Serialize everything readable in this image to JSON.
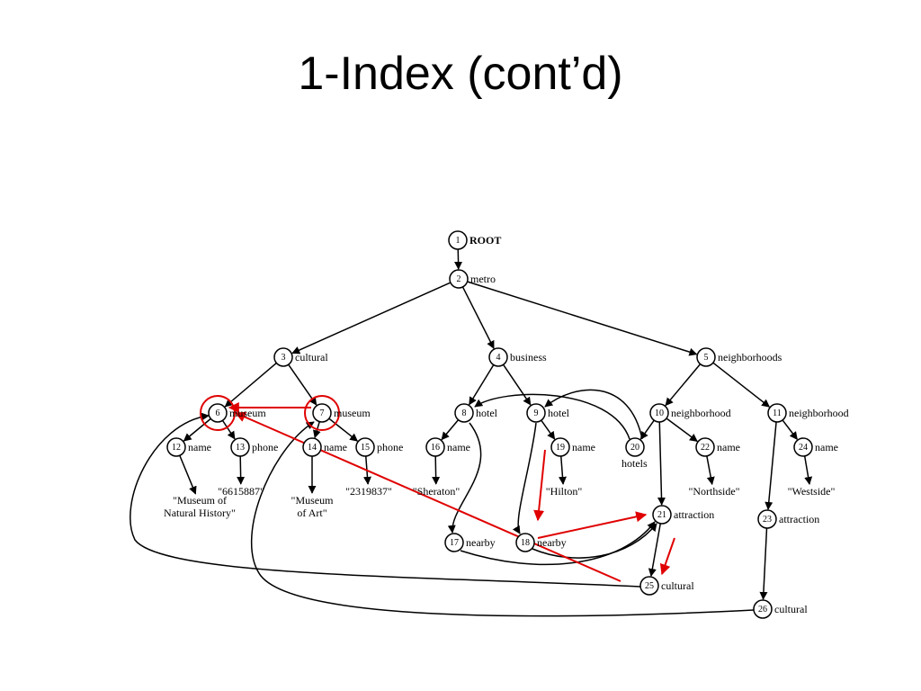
{
  "slide": {
    "title": "1-Index (cont’d)"
  },
  "colors": {
    "highlight": "#e00000",
    "ink": "#000000"
  },
  "nodes": [
    {
      "id": "1",
      "label": "ROOT"
    },
    {
      "id": "2",
      "label": "metro"
    },
    {
      "id": "3",
      "label": "cultural"
    },
    {
      "id": "4",
      "label": "business"
    },
    {
      "id": "5",
      "label": "neighborhoods"
    },
    {
      "id": "6",
      "label": "museum"
    },
    {
      "id": "7",
      "label": "museum"
    },
    {
      "id": "8",
      "label": "hotel"
    },
    {
      "id": "9",
      "label": "hotel"
    },
    {
      "id": "10",
      "label": "neighborhood"
    },
    {
      "id": "11",
      "label": "neighborhood"
    },
    {
      "id": "12",
      "label": "name"
    },
    {
      "id": "13",
      "label": "phone"
    },
    {
      "id": "14",
      "label": "name"
    },
    {
      "id": "15",
      "label": "phone"
    },
    {
      "id": "16",
      "label": "name"
    },
    {
      "id": "17",
      "label": "nearby"
    },
    {
      "id": "18",
      "label": "nearby"
    },
    {
      "id": "19",
      "label": "name"
    },
    {
      "id": "20",
      "label": "hotels"
    },
    {
      "id": "21",
      "label": "attraction"
    },
    {
      "id": "22",
      "label": "name"
    },
    {
      "id": "23",
      "label": "attraction"
    },
    {
      "id": "24",
      "label": "name"
    },
    {
      "id": "25",
      "label": "cultural"
    },
    {
      "id": "26",
      "label": "cultural"
    }
  ],
  "values": [
    {
      "key": "v12",
      "lines": [
        "\"Museum of",
        "Natural History\""
      ]
    },
    {
      "key": "v13",
      "lines": [
        "\"6615887\""
      ]
    },
    {
      "key": "v14",
      "lines": [
        "\"Museum",
        "of Art\""
      ]
    },
    {
      "key": "v15",
      "lines": [
        "\"2319837\""
      ]
    },
    {
      "key": "v16",
      "lines": [
        "\"Sheraton\""
      ]
    },
    {
      "key": "v19",
      "lines": [
        "\"Hilton\""
      ]
    },
    {
      "key": "v22",
      "lines": [
        "\"Northside\""
      ]
    },
    {
      "key": "v24",
      "lines": [
        "\"Westside\""
      ]
    }
  ],
  "edges": [
    [
      "1",
      "2"
    ],
    [
      "2",
      "3"
    ],
    [
      "2",
      "4"
    ],
    [
      "2",
      "5"
    ],
    [
      "3",
      "6"
    ],
    [
      "3",
      "7"
    ],
    [
      "4",
      "8"
    ],
    [
      "4",
      "9"
    ],
    [
      "5",
      "10"
    ],
    [
      "5",
      "11"
    ],
    [
      "6",
      "12"
    ],
    [
      "6",
      "13"
    ],
    [
      "7",
      "14"
    ],
    [
      "7",
      "15"
    ],
    [
      "8",
      "16"
    ],
    [
      "8",
      "17"
    ],
    [
      "9",
      "19"
    ],
    [
      "9",
      "18"
    ],
    [
      "10",
      "20"
    ],
    [
      "10",
      "22"
    ],
    [
      "10",
      "21"
    ],
    [
      "11",
      "24"
    ],
    [
      "11",
      "23"
    ],
    [
      "12",
      "v12"
    ],
    [
      "13",
      "v13"
    ],
    [
      "14",
      "v14"
    ],
    [
      "15",
      "v15"
    ],
    [
      "16",
      "v16"
    ],
    [
      "19",
      "v19"
    ],
    [
      "22",
      "v22"
    ],
    [
      "24",
      "v24"
    ],
    [
      "17",
      "21"
    ],
    [
      "18",
      "21"
    ],
    [
      "21",
      "25"
    ],
    [
      "23",
      "26"
    ],
    [
      "20",
      "8"
    ],
    [
      "20",
      "9"
    ],
    [
      "25",
      "6"
    ],
    [
      "26",
      "7"
    ]
  ],
  "highlighted_nodes": [
    "6",
    "7"
  ]
}
